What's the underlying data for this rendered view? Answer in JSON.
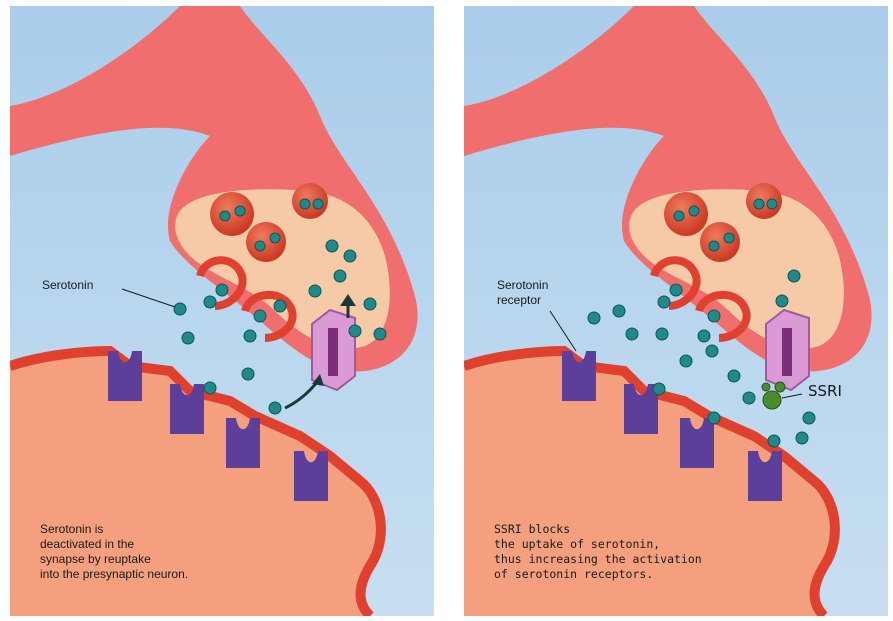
{
  "colors": {
    "background_top": "#a9cdea",
    "background_bottom": "#c7dff1",
    "neuron": "#f06e6e",
    "neuron_inner": "#f6caa6",
    "postsynaptic": "#f4a07e",
    "membrane_edge": "#e0412e",
    "receptor": "#5b3f9a",
    "transporter": "#d99ad6",
    "serotonin": "#1e8a89",
    "ssri": "#4a8d2b"
  },
  "left_panel": {
    "label_serotonin": "Serotonin",
    "caption": "Serotonin is\ndeactivated in the\nsynapse by reuptake\ninto the presynaptic neuron."
  },
  "right_panel": {
    "label_receptor": "Serotonin\nreceptor",
    "label_ssri": "SSRI",
    "caption": "SSRI blocks\nthe uptake of serotonin,\nthus increasing the activation\nof serotonin receptors."
  }
}
